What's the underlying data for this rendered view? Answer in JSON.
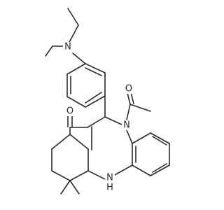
{
  "molecule": {
    "atoms": {
      "N_diethylamino": "N",
      "O_acetyl": "O",
      "N_amide": "N",
      "O_ketone": "O",
      "N_amine": "N",
      "H_amine": "H"
    }
  }
}
